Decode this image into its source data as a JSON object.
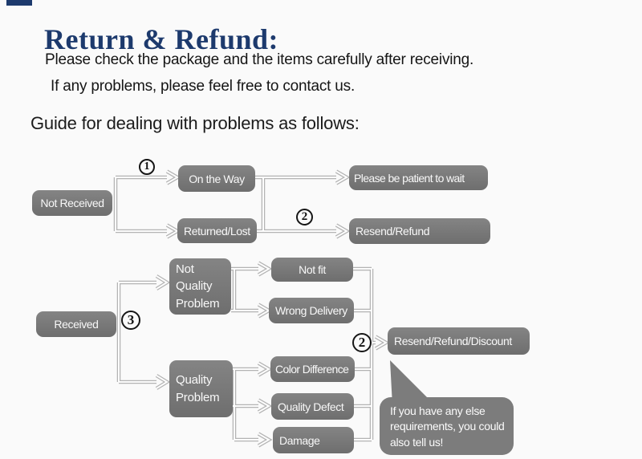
{
  "header": {
    "title": "Return & Refund:",
    "note_line1": "Please check the package and the items carefully after receiving.",
    "note_line2": "If any problems, please feel free to contact us.",
    "guide_heading": "Guide for dealing with problems as follows:"
  },
  "flowchart": {
    "steps": {
      "one": "1",
      "two": "2",
      "three": "3"
    },
    "nodes": {
      "not_received": "Not Received",
      "on_the_way": "On the Way",
      "returned_lost": "Returned/Lost",
      "please_be_patient": "Please be patient to wait",
      "resend_refund": "Resend/Refund",
      "received": "Received",
      "not_quality_problem": "Not Quality Problem",
      "quality_problem": "Quality Problem",
      "not_fit": "Not fit",
      "wrong_delivery": "Wrong Delivery",
      "color_difference": "Color Difference",
      "quality_defect": "Quality Defect",
      "damage": "Damage",
      "resend_refund_discount": "Resend/Refund/Discount"
    },
    "bubble_lines": [
      "If you have any else",
      "requirements, you could",
      "also tell us!"
    ]
  },
  "colors": {
    "title_navy": "#1d3a6d",
    "box_gray": "#777777",
    "bubble_gray": "#7c7c7c",
    "line_gray": "#b3b3b3",
    "ink": "#1a1a1a"
  }
}
